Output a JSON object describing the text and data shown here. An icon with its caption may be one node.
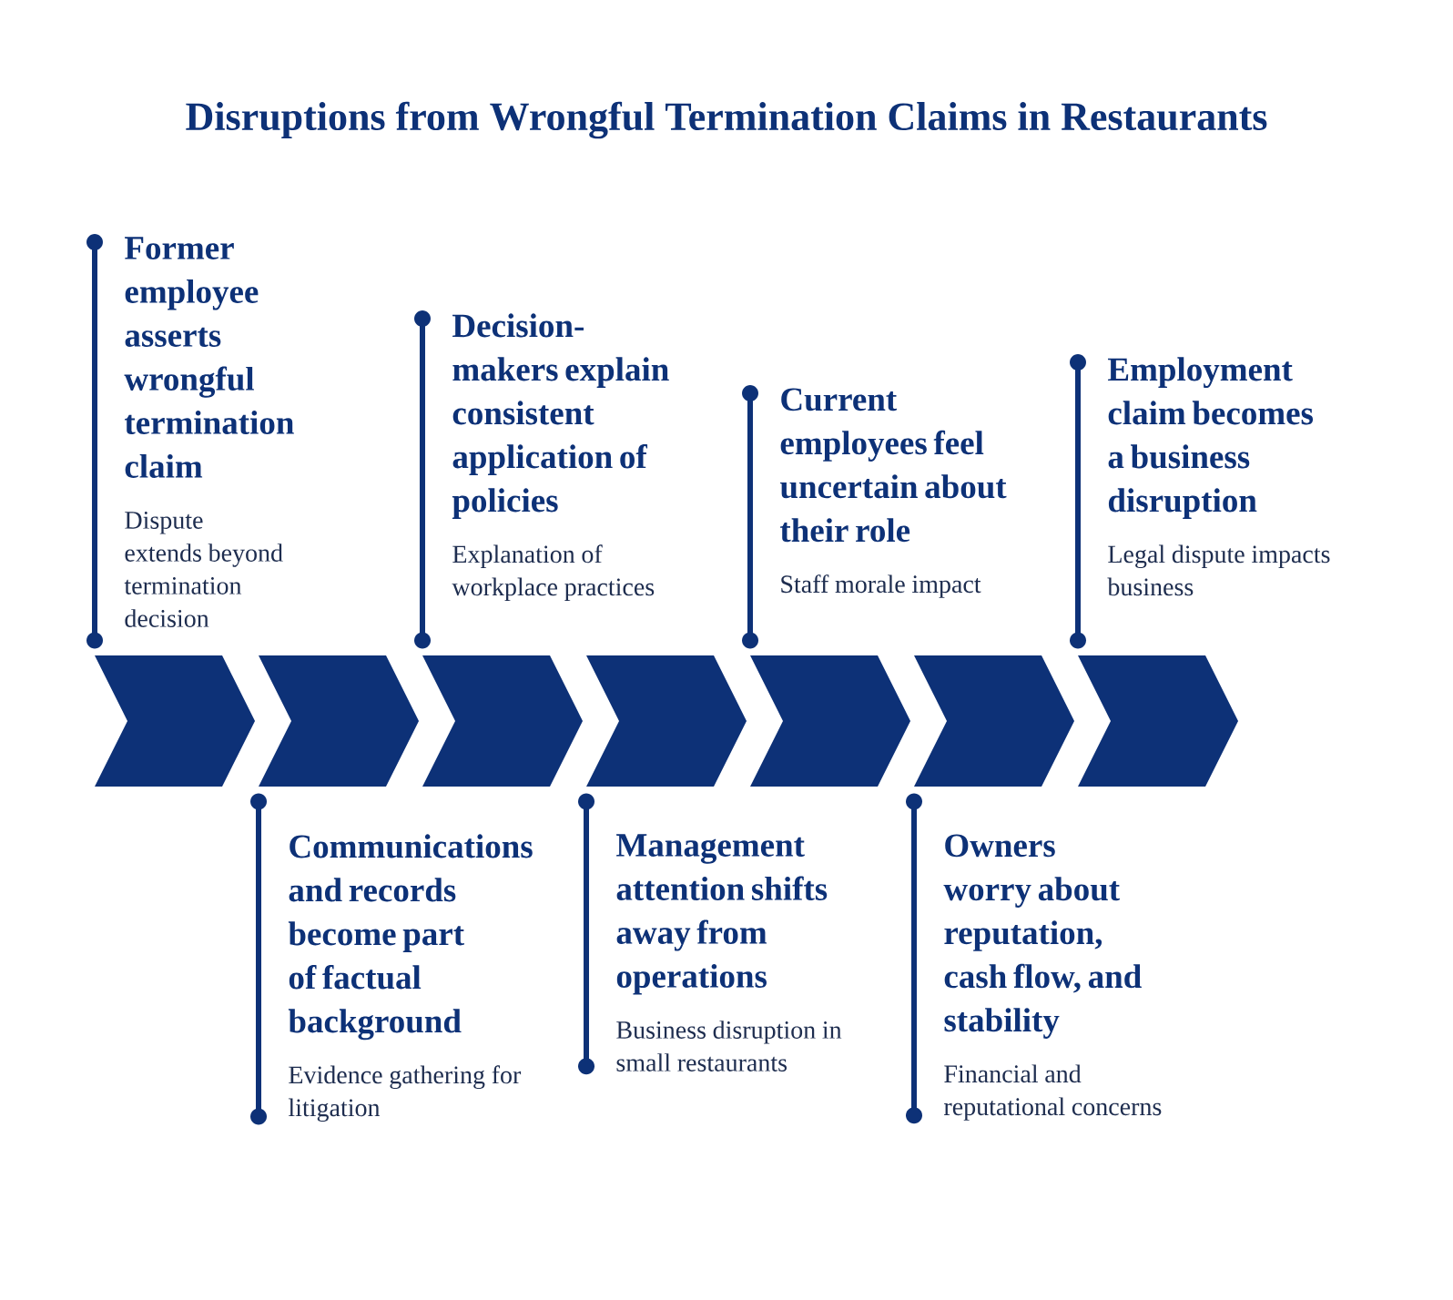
{
  "diagram": {
    "title": "Disruptions from Wrongful Termination Claims in Restaurants",
    "nodes": [
      {
        "text": [
          "Former employee asserts wrongful termination claim",
          "Dispute extends beyond termination decision"
        ]
      },
      {
        "text": [
          "Communications and records become part of factual background",
          "Evidence gathering for litigation"
        ]
      },
      {
        "text": [
          "Decision-makers explain consistent application of policies",
          "Explanation of workplace practices"
        ]
      },
      {
        "text": [
          "Management attention shifts away from operations",
          "Business disruption in small restaurants"
        ]
      },
      {
        "text": [
          "Current employees feel uncertain about their role",
          "Staff morale impact"
        ]
      },
      {
        "text": [
          "Owners worry about reputation, cash flow, and stability",
          "Financial and reputational concerns"
        ]
      },
      {
        "text": [
          "Employment claim becomes a business disruption",
          "Legal dispute impacts business"
        ]
      },
      {
        "text": [],
        "shape": "chevron"
      },
      {
        "text": [],
        "shape": "chevron"
      },
      {
        "text": [],
        "shape": "chevron"
      },
      {
        "text": [],
        "shape": "chevron"
      },
      {
        "text": [],
        "shape": "chevron"
      },
      {
        "text": [],
        "shape": "chevron"
      },
      {
        "text": [],
        "shape": "chevron"
      }
    ],
    "edges": [
      {
        "from": 0,
        "to": 7,
        "arrow": "other"
      },
      {
        "from": 1,
        "to": 8,
        "arrow": "other"
      },
      {
        "from": 2,
        "to": 9,
        "arrow": "other"
      },
      {
        "from": 3,
        "to": 10,
        "arrow": "other"
      },
      {
        "from": 4,
        "to": 11,
        "arrow": "other"
      },
      {
        "from": 5,
        "to": 12,
        "arrow": "other"
      },
      {
        "from": 6,
        "to": 13,
        "arrow": "other"
      }
    ]
  }
}
